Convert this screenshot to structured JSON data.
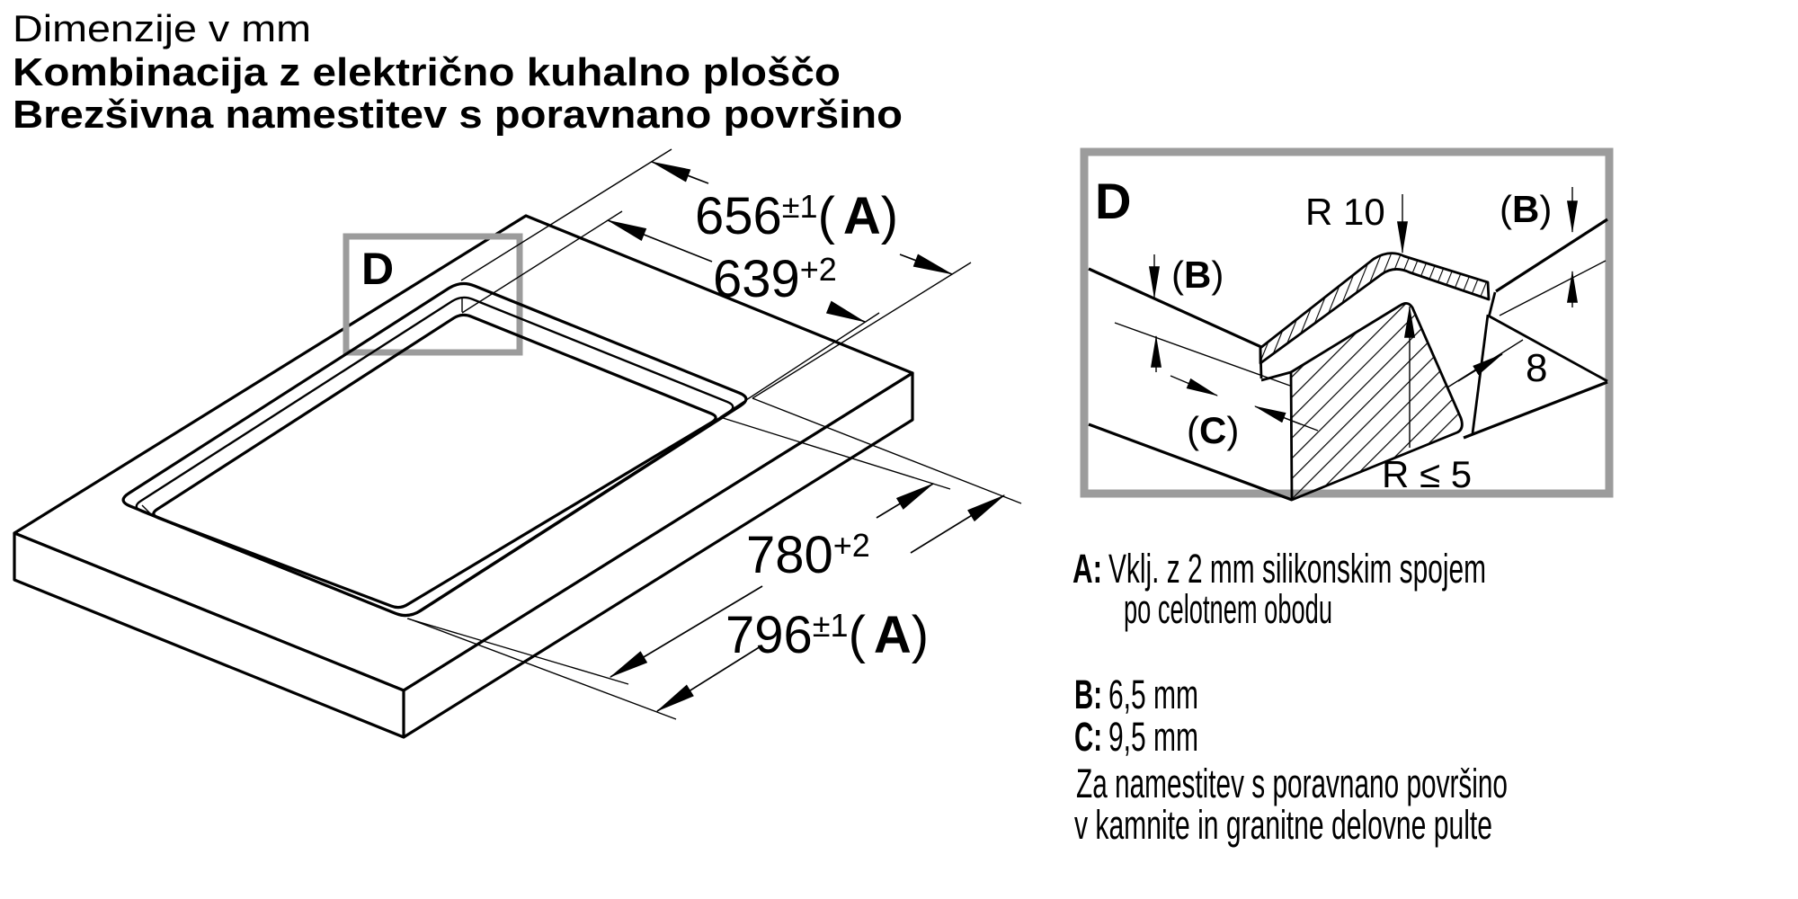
{
  "header": {
    "line1": "Dimenzije v mm",
    "line2": "Kombinacija z električno kuhalno ploščo",
    "line3": "Brezšivna namestitev s poravnano površino"
  },
  "main_view": {
    "detail_marker": "D",
    "dims": [
      {
        "id": "width-glass-outer",
        "value": "656",
        "tolerance": "±1",
        "paren_open": "(",
        "ref_letter": "A",
        "paren_close": ")"
      },
      {
        "id": "width-cutout",
        "value": "639",
        "tolerance": "+2"
      },
      {
        "id": "depth-cutout",
        "value": "780",
        "tolerance": "+2"
      },
      {
        "id": "depth-glass-outer",
        "value": "796",
        "tolerance": "±1",
        "paren_open": "(",
        "ref_letter": "A",
        "paren_close": ")"
      }
    ]
  },
  "detail_view": {
    "marker": "D",
    "radius_top": "R 10",
    "radius_bottom": "R ≤ 5",
    "ledge_width": "8",
    "label_paren_open": "(",
    "letter_b": "B",
    "letter_c": "C",
    "label_paren_close": ")"
  },
  "notes": [
    {
      "key": "A:",
      "line1": "Vklj. z 2 mm silikonskim spojem",
      "line2": "po celotnem obodu"
    },
    {
      "key": "B:",
      "value": "6,5 mm"
    },
    {
      "key": "C:",
      "value": "9,5 mm"
    },
    {
      "line1": "Za namestitev s poravnano površino",
      "line2": "v kamnite in granitne delovne pulte"
    }
  ],
  "colors": {
    "ink": "#000000",
    "callout_gray": "#9c9c9c",
    "background": "#ffffff"
  }
}
